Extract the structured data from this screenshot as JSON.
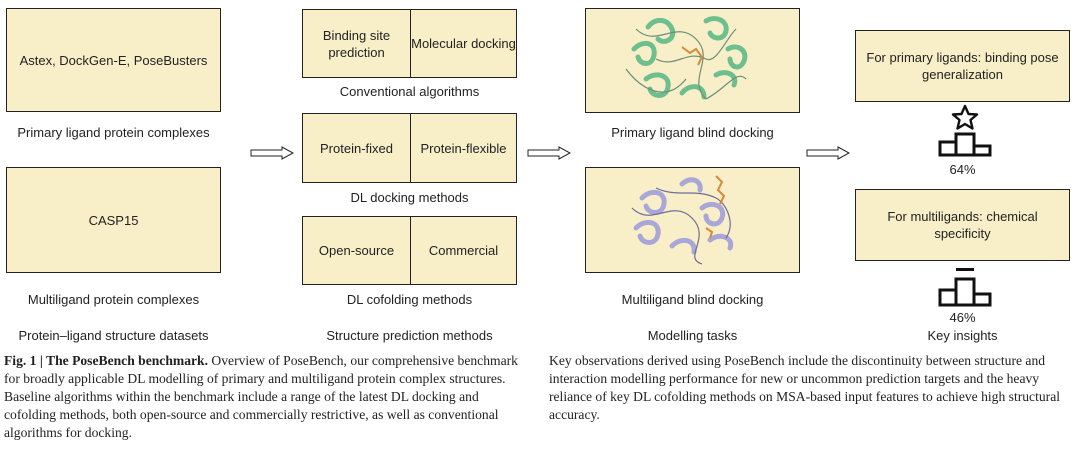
{
  "columns": {
    "datasets": {
      "box1_text": "Astex, DockGen-E, PoseBusters",
      "box1_caption": "Primary ligand protein complexes",
      "box2_text": "CASP15",
      "box2_caption": "Multiligand protein complexes",
      "footer": "Protein–ligand structure datasets"
    },
    "methods": {
      "conventional": {
        "left": "Binding site prediction",
        "right": "Molecular docking",
        "caption": "Conventional algorithms"
      },
      "docking": {
        "left": "Protein-fixed",
        "right": "Protein-flexible",
        "caption": "DL docking methods"
      },
      "cofolding": {
        "left": "Open-source",
        "right": "Commercial",
        "caption": "DL cofolding methods"
      },
      "footer": "Structure prediction methods"
    },
    "tasks": {
      "task1_caption": "Primary ligand blind docking",
      "task2_caption": "Multiligand blind docking",
      "footer": "Modelling tasks"
    },
    "insights": {
      "insight1_text": "For primary ligands: binding pose generalization",
      "insight1_value": "64%",
      "insight2_text": "For multiligands: chemical specificity",
      "insight2_value": "46%",
      "footer": "Key insights"
    }
  },
  "colors": {
    "box_fill": "#f8efc8",
    "protein_green": "#6dbf8e",
    "protein_purple": "#a9a6d8",
    "ligand_orange": "#d7893c"
  },
  "caption": {
    "fig_label": "Fig. 1 | The PoseBench benchmark.",
    "left_text": "Overview of PoseBench, our comprehensive benchmark for broadly applicable DL modelling of primary and multiligand protein complex structures. Baseline algorithms within the benchmark include a range of the latest DL docking and cofolding methods, both open-source and commercially restrictive, as well as conventional algorithms for docking.",
    "right_text": "Key observations derived using PoseBench include the discontinuity between structure and interaction modelling performance for new or uncommon prediction targets and the heavy reliance of key DL cofolding methods on MSA-based input features to achieve high structural accuracy."
  }
}
